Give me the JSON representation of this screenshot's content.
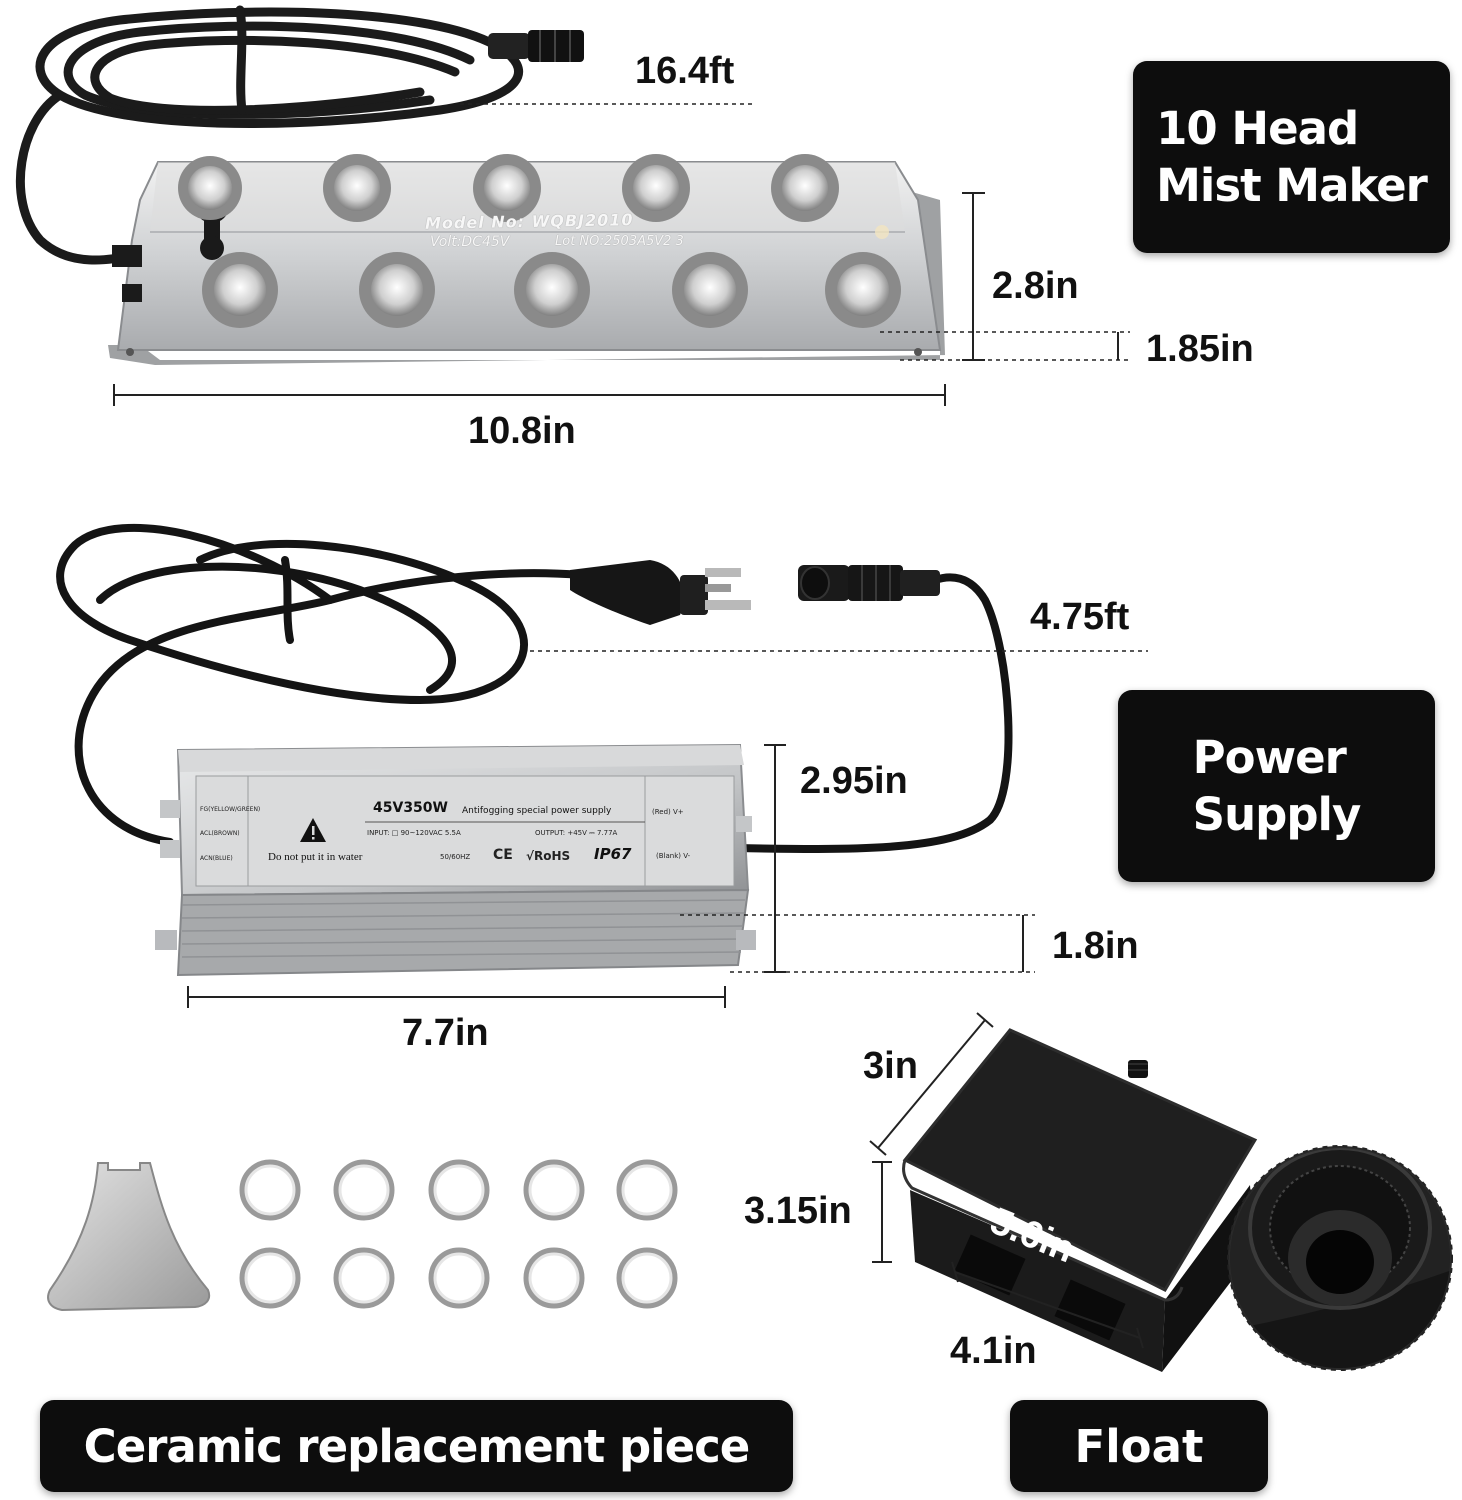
{
  "labels": {
    "cable_length": "16.4ft",
    "maker_height": "2.8in",
    "maker_depth": "1.85in",
    "maker_width": "10.8in",
    "supply_cable": "4.75ft",
    "supply_height": "2.95in",
    "supply_depth": "1.8in",
    "supply_width": "7.7in",
    "float_depth": "3in",
    "float_height": "3.15in",
    "float_length": "5.6in",
    "float_width": "4.1in"
  },
  "badges": {
    "mist_maker_line1": "10 Head",
    "mist_maker_line2": "Mist Maker",
    "power_supply_line1": "Power",
    "power_supply_line2": "Supply",
    "ceramic": "Ceramic replacement piece",
    "float": "Float"
  },
  "mist_maker": {
    "model": "Model No:  WQBJ2010",
    "volt": "Volt:DC45V",
    "lot": "Lot NO:2503A5V2 3"
  },
  "power_supply": {
    "model": "45V350W",
    "subtitle": "Antifogging special power supply",
    "fg": "FG(YELLOW/GREEN)",
    "acl": "ACL(BROWN)",
    "acn": "ACN(BLUE)",
    "warning": "Do not put it in water",
    "input": "INPUT: □ 90~120VAC  5.5A",
    "output": "OUTPUT: +45V  ⎓  7.77A",
    "freq": "50/60HZ",
    "ce": "CE",
    "rohs": "√RoHS",
    "ip": "IP67",
    "red": "(Red) V+",
    "blank": "(Blank) V-"
  },
  "icons": [
    "warning-triangle-icon",
    "connector-icon",
    "plug-icon"
  ]
}
